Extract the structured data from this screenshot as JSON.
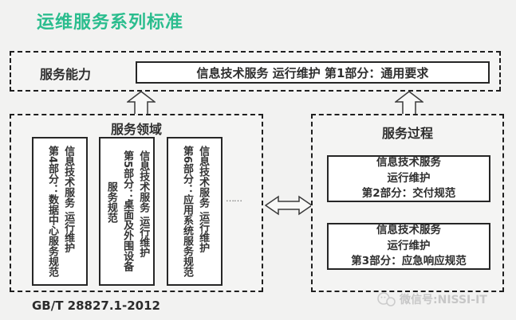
{
  "title": "运维服务系列标准",
  "colors": {
    "accent": "#2bbd8e",
    "background": "#f2f2f1",
    "border": "#1f1f1f",
    "watermark": "#c7c7c7"
  },
  "capability": {
    "label": "服务能力",
    "standard": "信息技术服务 运行维护 第1部分：通用要求"
  },
  "domain": {
    "label": "服务领域",
    "items": [
      {
        "text": "信息技术服务 运行维护\n第4部分：数据中心服务规范"
      },
      {
        "text": "信息技术服务 运行维护\n第5部分：桌面及外围设备\n　　　服务规范"
      },
      {
        "text": "信息技术服务 运行维护\n第6部分：应用系统服务规范"
      }
    ],
    "ellipsis": "……"
  },
  "process": {
    "label": "服务过程",
    "items": [
      {
        "text": "信息技术服务\n运行维护\n第2部分：交付规范"
      },
      {
        "text": "信息技术服务\n运行维护\n第3部分：应急响应规范"
      }
    ]
  },
  "footer": {
    "standard_code": "GB/T 28827.1-2012"
  },
  "watermark": {
    "label": "微信号:NISSI-IT"
  }
}
